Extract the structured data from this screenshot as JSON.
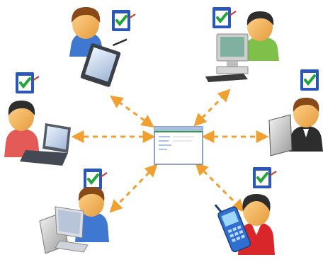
{
  "diagram": {
    "hub": {
      "icon": "document-window-icon"
    },
    "colors": {
      "connector": "#f0a030",
      "clipboard": "#2a57b8",
      "checkmark": "#22a638",
      "skin": "#f3b664",
      "hair_dark": "#2d2d2d",
      "hair_brown": "#8a4a18"
    },
    "nodes": [
      {
        "id": "user-tablet",
        "device": "tablet-pen-icon",
        "shirt": "#3f78d0"
      },
      {
        "id": "user-desktop",
        "device": "desktop-computer-icon",
        "shirt": "#7fc04a"
      },
      {
        "id": "user-laptop",
        "device": "laptop-icon",
        "shirt": "#e35a57"
      },
      {
        "id": "user-panel",
        "device": "panel-screen-icon",
        "shirt": "#2d2d2d"
      },
      {
        "id": "user-server",
        "device": "server-computer-icon",
        "shirt": "#3f78d0"
      },
      {
        "id": "user-phone",
        "device": "mobile-phone-icon",
        "shirt": "#d8262a"
      }
    ]
  }
}
